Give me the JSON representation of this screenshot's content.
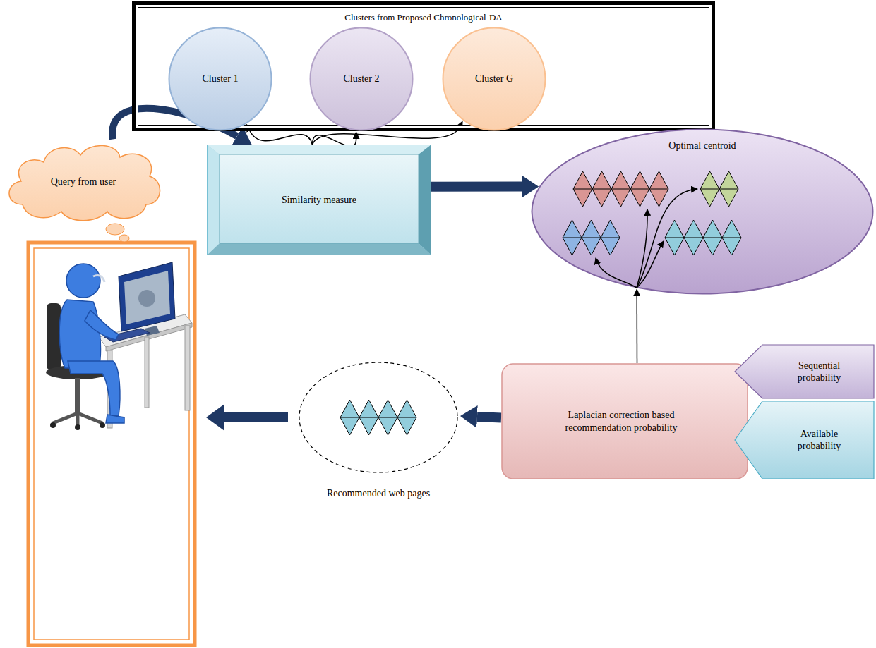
{
  "diagram": {
    "nodes": [
      {
        "text": [
          "Clusters from Proposed Chronological-DA"
        ]
      },
      {
        "text": [
          "Cluster 1"
        ],
        "in": 0
      },
      {
        "text": [
          "Cluster 2"
        ],
        "in": 0
      },
      {
        "text": [
          "Cluster G"
        ],
        "in": 0
      },
      {
        "text": [
          "Query from user"
        ]
      },
      {
        "text": [
          "Similarity measure"
        ]
      },
      {
        "text": [
          "Optimal centroid"
        ]
      },
      {
        "text": [
          "Laplacian correction based recommendation probability"
        ]
      },
      {
        "text": [
          "Sequential probability"
        ]
      },
      {
        "text": [
          "Available probability"
        ]
      },
      {
        "text": [
          "Recommended web pages"
        ]
      }
    ],
    "edges": [
      {
        "from": 4,
        "to": 5,
        "arrow": "to"
      },
      {
        "from": 5,
        "to": 1,
        "arrow": "to"
      },
      {
        "from": 5,
        "to": 2,
        "arrow": "to"
      },
      {
        "from": 5,
        "to": 3,
        "arrow": "to"
      },
      {
        "from": 5,
        "to": 6,
        "arrow": "to"
      },
      {
        "from": 7,
        "to": 6,
        "arrow": "to"
      },
      {
        "from": 7,
        "to": 10,
        "arrow": "to"
      }
    ]
  }
}
